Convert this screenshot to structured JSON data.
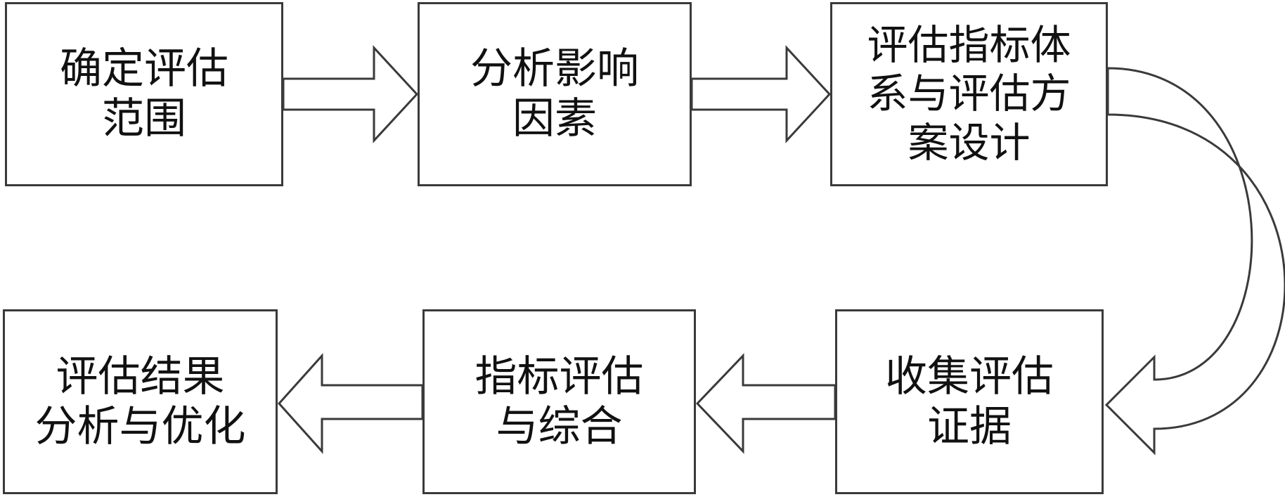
{
  "diagram": {
    "steps": [
      {
        "id": "scope",
        "text": "确定评估\n范围"
      },
      {
        "id": "factors",
        "text": "分析影响\n因素"
      },
      {
        "id": "design",
        "text": "评估指标体\n系与评估方\n案设计"
      },
      {
        "id": "evidence",
        "text": "收集评估\n证据"
      },
      {
        "id": "synthesis",
        "text": "指标评估\n与综合"
      },
      {
        "id": "analysis",
        "text": "评估结果\n分析与优化"
      }
    ],
    "colors": {
      "line": "#3a3a3a",
      "fill": "#ffffff",
      "text": "#111111"
    }
  }
}
